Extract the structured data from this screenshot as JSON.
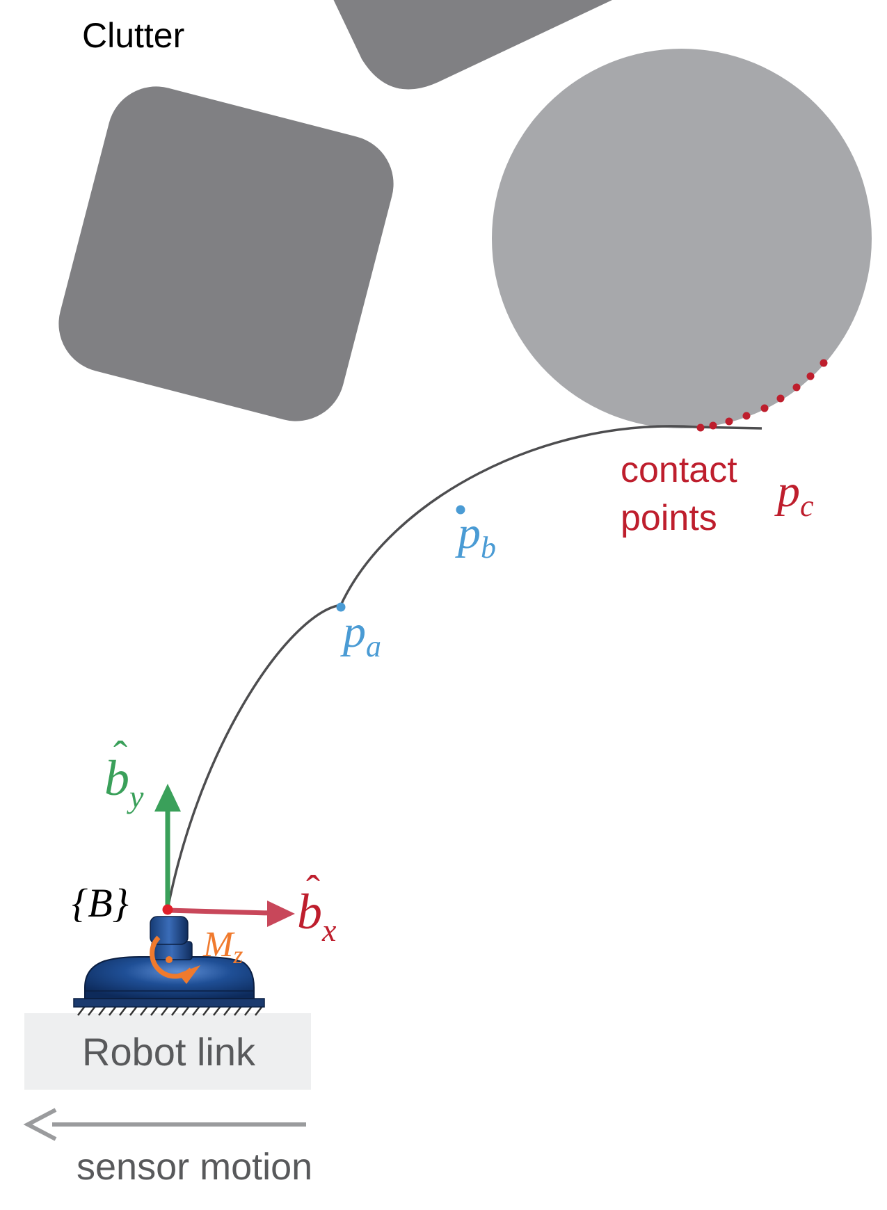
{
  "labels": {
    "clutter": "Clutter",
    "contact_points_line1": "contact",
    "contact_points_line2": "points",
    "robot_link": "Robot link",
    "sensor_motion": "sensor motion",
    "frame": "{B}"
  },
  "symbols": {
    "pa": {
      "base": "p",
      "sub": "a"
    },
    "pb": {
      "base": "p",
      "sub": "b"
    },
    "pc": {
      "base": "p",
      "sub": "c"
    },
    "bx": {
      "hat": "ˆ",
      "base": "b",
      "sub": "x"
    },
    "by": {
      "hat": "ˆ",
      "base": "b",
      "sub": "y"
    },
    "mz": {
      "base": "M",
      "sub": "z"
    }
  },
  "colors": {
    "obstacle_dark": "#808083",
    "obstacle_light": "#a7a8ab",
    "wire": "#4d4d4f",
    "contact_red": "#be1e2d",
    "marker_blue": "#4a9bd4",
    "axis_green": "#3aa05a",
    "axis_red": "#c8475a",
    "moment_orange": "#f07a2d",
    "sensor_blue": "#1d4f91",
    "robot_link_bg": "#eeeff0",
    "motion_gray": "#9a9b9d",
    "text_dark": "#000000",
    "text_gray": "#58595b"
  }
}
